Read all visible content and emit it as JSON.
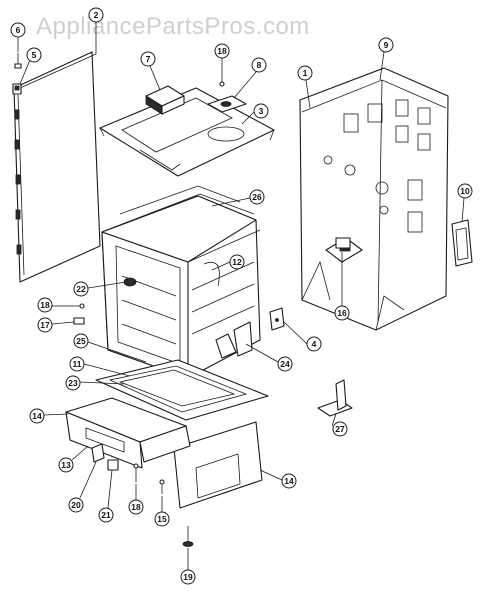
{
  "watermark": "AppliancePartsPros.com",
  "callouts": [
    {
      "id": "c1",
      "label": "1"
    },
    {
      "id": "c2",
      "label": "2"
    },
    {
      "id": "c3",
      "label": "3"
    },
    {
      "id": "c4",
      "label": "4"
    },
    {
      "id": "c5",
      "label": "5"
    },
    {
      "id": "c6",
      "label": "6"
    },
    {
      "id": "c7",
      "label": "7"
    },
    {
      "id": "c8",
      "label": "8"
    },
    {
      "id": "c9",
      "label": "9"
    },
    {
      "id": "c10",
      "label": "10"
    },
    {
      "id": "c11",
      "label": "11"
    },
    {
      "id": "c12",
      "label": "12"
    },
    {
      "id": "c13",
      "label": "13"
    },
    {
      "id": "c14a",
      "label": "14"
    },
    {
      "id": "c14b",
      "label": "14"
    },
    {
      "id": "c15",
      "label": "15"
    },
    {
      "id": "c16",
      "label": "16"
    },
    {
      "id": "c17",
      "label": "17"
    },
    {
      "id": "c18a",
      "label": "18"
    },
    {
      "id": "c18b",
      "label": "18"
    },
    {
      "id": "c18c",
      "label": "18"
    },
    {
      "id": "c19",
      "label": "19"
    },
    {
      "id": "c20",
      "label": "20"
    },
    {
      "id": "c21",
      "label": "21"
    },
    {
      "id": "c22",
      "label": "22"
    },
    {
      "id": "c23",
      "label": "23"
    },
    {
      "id": "c24",
      "label": "24"
    },
    {
      "id": "c25",
      "label": "25"
    },
    {
      "id": "c26",
      "label": "26"
    },
    {
      "id": "c27",
      "label": "27"
    }
  ]
}
